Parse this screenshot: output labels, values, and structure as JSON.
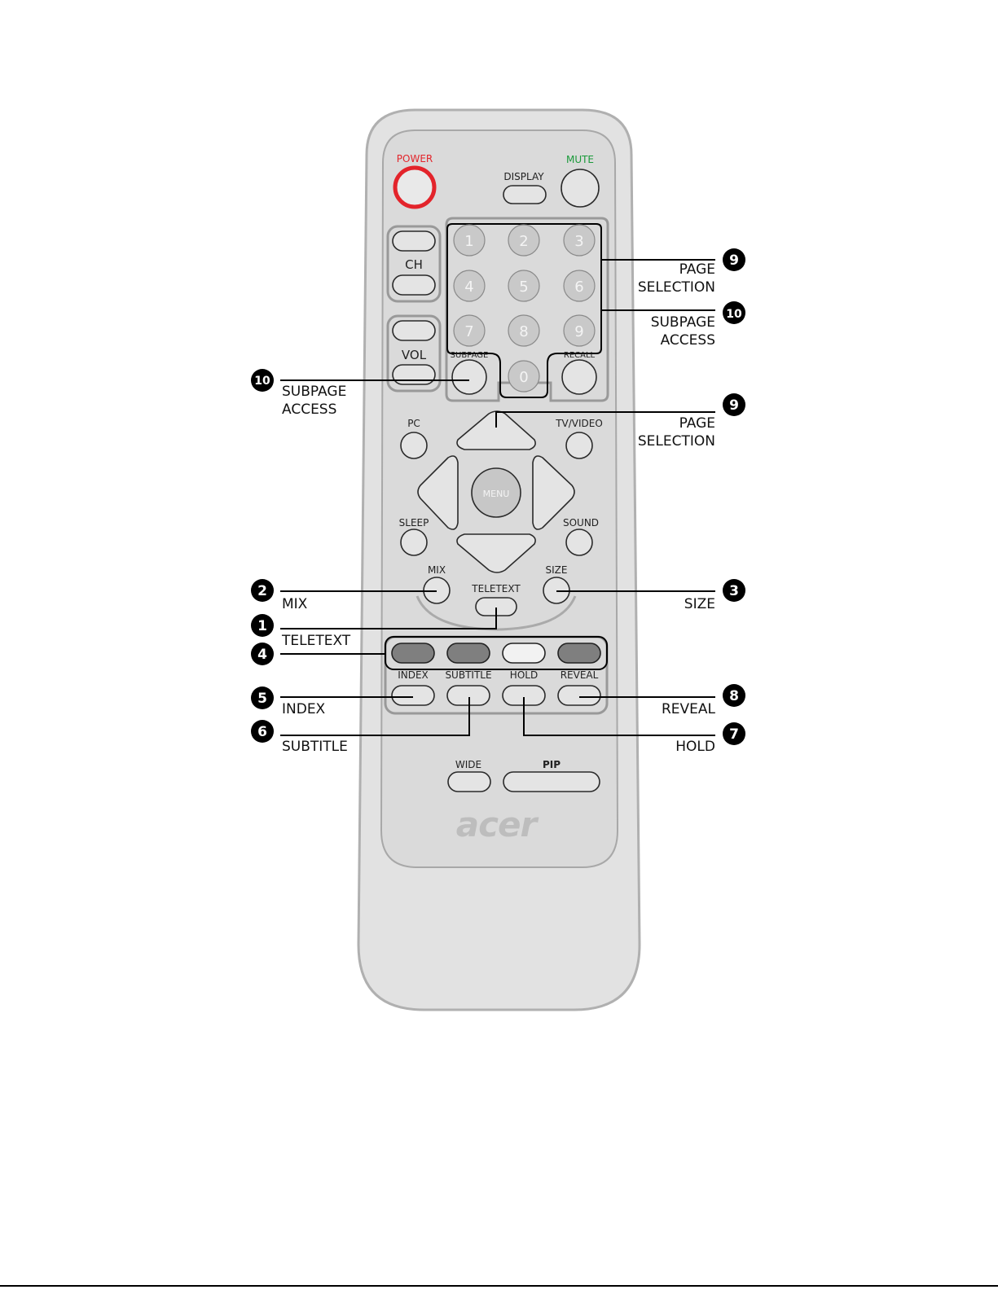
{
  "remote": {
    "brand": "acer",
    "buttons": {
      "power": "POWER",
      "display": "DISPLAY",
      "mute": "MUTE",
      "ch": "CH",
      "vol": "VOL",
      "subpage": "SUBPAGE",
      "recall": "RECALL",
      "pc": "PC",
      "tv_video": "TV/VIDEO",
      "menu": "MENU",
      "sleep": "SLEEP",
      "sound": "SOUND",
      "mix": "MIX",
      "size": "SIZE",
      "teletext": "TELETEXT",
      "index": "INDEX",
      "subtitle": "SUBTITLE",
      "hold": "HOLD",
      "reveal": "REVEAL",
      "wide": "WIDE",
      "pip": "PIP"
    },
    "digits": [
      "1",
      "2",
      "3",
      "4",
      "5",
      "6",
      "7",
      "8",
      "9",
      "0"
    ],
    "colors": {
      "power_accent": "#e3242b",
      "mute_accent": "#1a9a3a"
    }
  },
  "callouts": [
    {
      "num": "9",
      "line1": "PAGE",
      "line2": "SELECTION"
    },
    {
      "num": "10",
      "line1": "SUBPAGE",
      "line2": "ACCESS"
    },
    {
      "num": "10",
      "line1": "SUBPAGE",
      "line2": "ACCESS"
    },
    {
      "num": "9",
      "line1": "PAGE",
      "line2": "SELECTION"
    },
    {
      "num": "2",
      "line1": "MIX"
    },
    {
      "num": "3",
      "line1": "SIZE"
    },
    {
      "num": "1",
      "line1": "TELETEXT"
    },
    {
      "num": "4",
      "line1": ""
    },
    {
      "num": "5",
      "line1": "INDEX"
    },
    {
      "num": "8",
      "line1": "REVEAL"
    },
    {
      "num": "6",
      "line1": "SUBTITLE"
    },
    {
      "num": "7",
      "line1": "HOLD"
    }
  ]
}
